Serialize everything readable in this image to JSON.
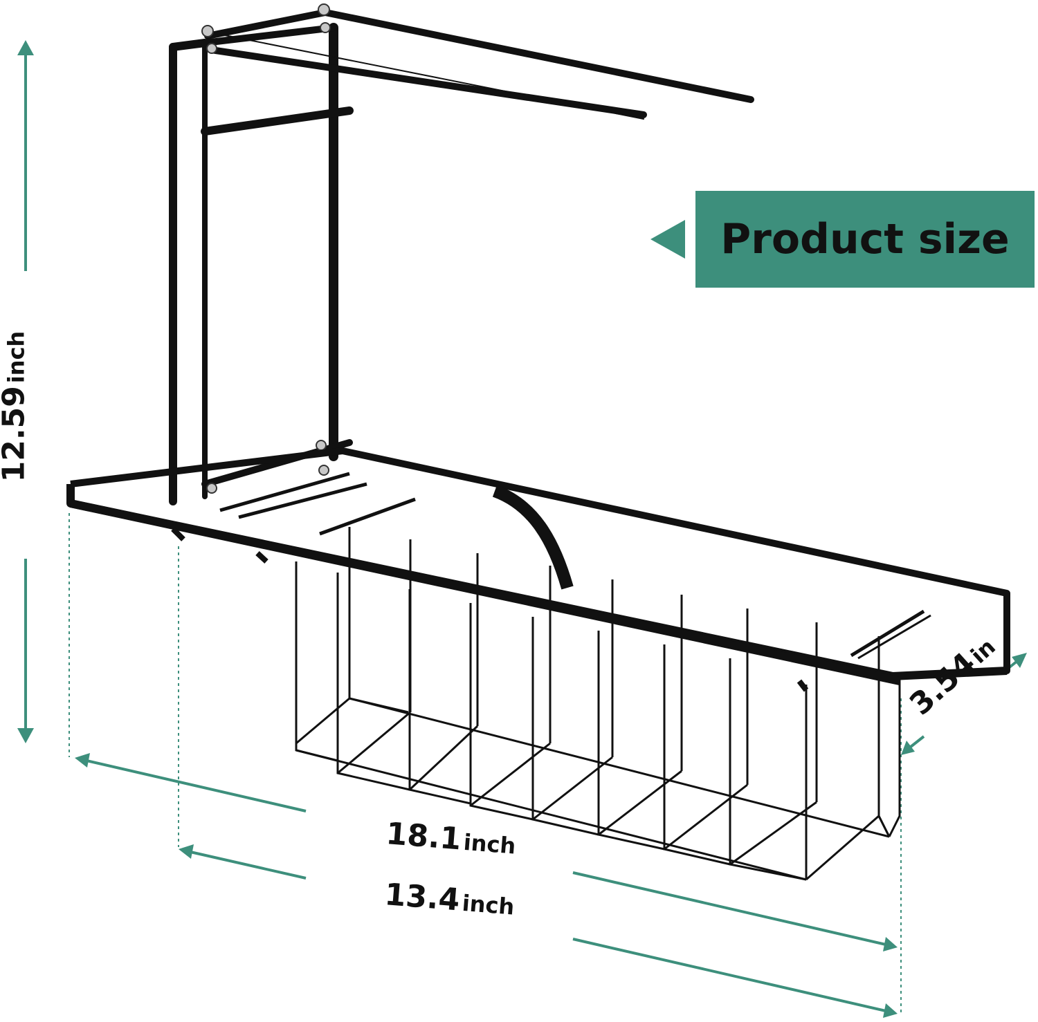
{
  "banner": {
    "label": "Product size"
  },
  "dimensions": {
    "height": {
      "value": "12.59",
      "unit": "inch"
    },
    "outer_width": {
      "value": "18.1",
      "unit": "inch"
    },
    "inner_width": {
      "value": "13.4",
      "unit": "inch"
    },
    "depth": {
      "value": "3.54",
      "unit": "in"
    }
  },
  "colors": {
    "accent": "#3d8f7c",
    "metal": "#111111",
    "background": "#ffffff"
  }
}
